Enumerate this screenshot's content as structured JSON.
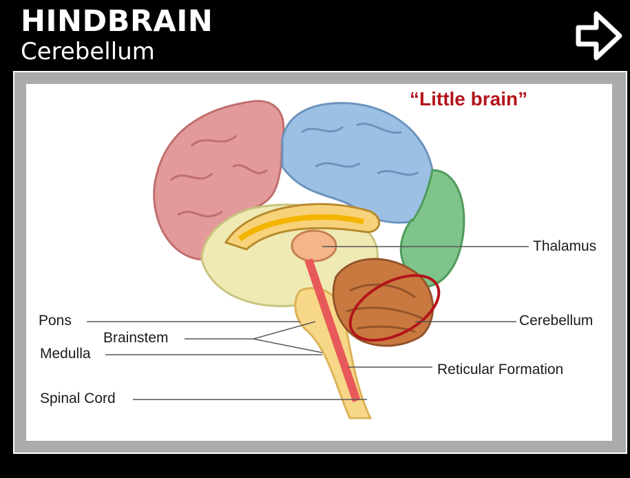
{
  "header": {
    "title": "HINDBRAIN",
    "subtitle": "Cerebellum"
  },
  "navigation": {
    "next_icon": "right-arrow-icon"
  },
  "diagram": {
    "caption": "“Little brain”",
    "labels": {
      "thalamus": "Thalamus",
      "cerebellum": "Cerebellum",
      "reticular_formation": "Reticular Formation",
      "pons": "Pons",
      "brainstem": "Brainstem",
      "medulla": "Medulla",
      "spinal_cord": "Spinal Cord"
    },
    "colors": {
      "frontal_lobe": "#e39a9a",
      "parietal_lobe": "#9cc0e3",
      "occipital_lobe": "#7fc48a",
      "temporal_lobe": "#efeab4",
      "cerebellum": "#c9793f",
      "brainstem": "#f7d889",
      "highlight_ring": "#b3141b"
    }
  }
}
